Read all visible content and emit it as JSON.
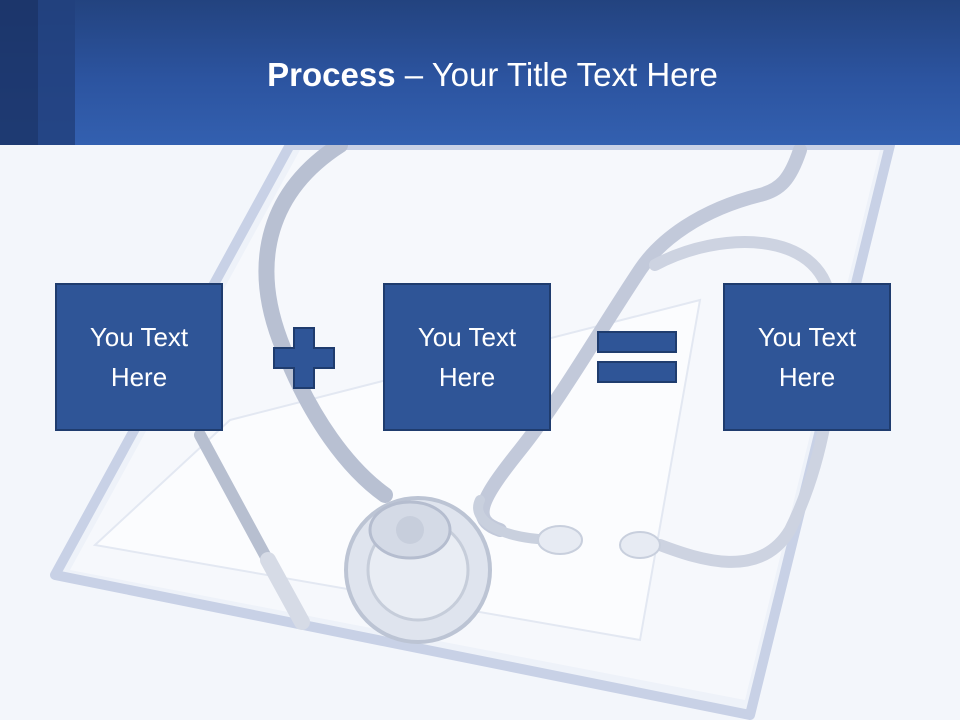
{
  "title": {
    "bold": "Process",
    "rest": " – Your Title Text Here"
  },
  "boxes": [
    {
      "label": "You Text Here"
    },
    {
      "label": "You Text Here"
    },
    {
      "label": "You Text Here"
    }
  ],
  "colors": {
    "header": "#2c54a0",
    "box_fill": "#2f5597",
    "box_border": "#1f3c6e",
    "text": "#ffffff"
  },
  "icons": [
    "plus-icon",
    "equals-icon"
  ]
}
